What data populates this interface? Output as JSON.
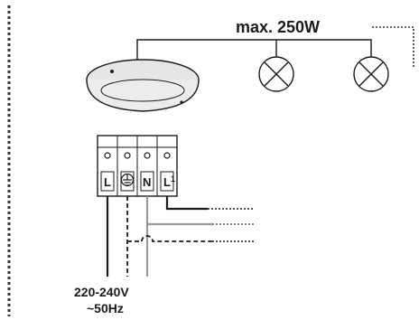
{
  "max_power_label": "max. 250W",
  "supply_voltage_label": "220-240V",
  "supply_frequency_label": "~50Hz",
  "terminals": [
    {
      "id": "L",
      "label": "L",
      "icon": "",
      "wire_color": "#1a1a1a"
    },
    {
      "id": "PE",
      "label": "",
      "icon": "ground-icon",
      "wire_color": "#1a1a1a"
    },
    {
      "id": "N",
      "label": "N",
      "icon": "",
      "wire_color": "#9a9a9a"
    },
    {
      "id": "L1",
      "label": "L",
      "icon": "",
      "wire_color": "#1a1a1a"
    }
  ],
  "terminal_l1_superscript": "1",
  "colors": {
    "line": "#1a1a1a",
    "neutral": "#9a9a9a",
    "dotted": "#333333",
    "sensor_fill": "#f2f2f2"
  }
}
